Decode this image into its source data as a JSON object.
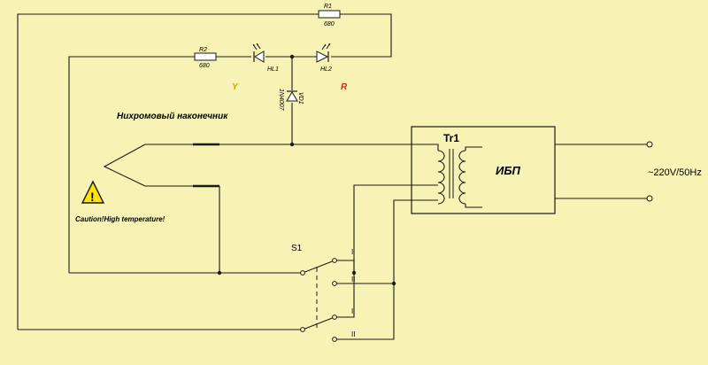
{
  "components": {
    "r1": {
      "ref": "R1",
      "value": "680"
    },
    "r2": {
      "ref": "R2",
      "value": "680"
    },
    "hl1": {
      "ref": "HL1"
    },
    "hl2": {
      "ref": "HL2"
    },
    "vd1": {
      "ref": "VD1",
      "part": "1N4007"
    },
    "tr1": {
      "ref": "Tr1"
    },
    "ups": {
      "label": "ИБП"
    },
    "s1": {
      "ref": "S1",
      "pos1": "I",
      "pos2": "II"
    }
  },
  "labels": {
    "yellow_marker": "Y",
    "red_marker": "R",
    "tip_caption": "Нихромовый наконечник",
    "caution": "Caution!High temperature!",
    "mains": "~220V/50Hz",
    "caution_mark": "!"
  },
  "colors": {
    "background": "#f7f3b4",
    "wire": "#1a1a1a",
    "yellow_marker": "#c8a800",
    "red_marker": "#c8301a",
    "warning_fill": "#ffe600"
  }
}
